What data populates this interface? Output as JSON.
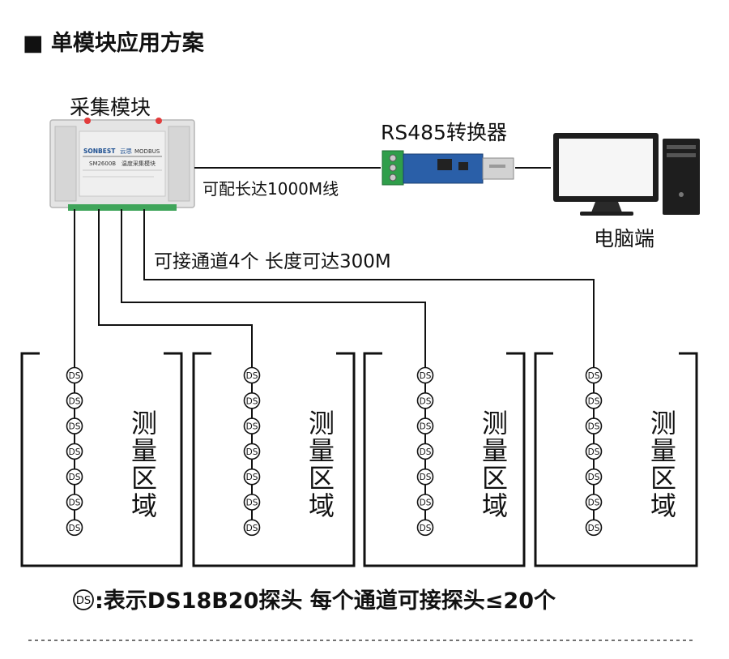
{
  "header": {
    "title": "■ 单模块应用方案"
  },
  "module": {
    "label": "采集模块",
    "brand": "SONBEST",
    "brand_cn": "云思",
    "protocol": "MODBUS",
    "model": "SM2600B",
    "name": "温度采集模块"
  },
  "converter": {
    "label": "RS485转换器"
  },
  "computer": {
    "label": "电脑端"
  },
  "link": {
    "label": "可配长达1000M线"
  },
  "channels": {
    "label": "可接通道4个  长度可达300M"
  },
  "zones": [
    {
      "label": "测量区域",
      "probe_count": 7
    },
    {
      "label": "测量区域",
      "probe_count": 7
    },
    {
      "label": "测量区域",
      "probe_count": 7
    },
    {
      "label": "测量区域",
      "probe_count": 7
    }
  ],
  "probe": {
    "badge": "DS"
  },
  "legend": {
    "badge": "DS",
    "text": ":表示DS18B20探头 每个通道可接探头≤20个"
  }
}
